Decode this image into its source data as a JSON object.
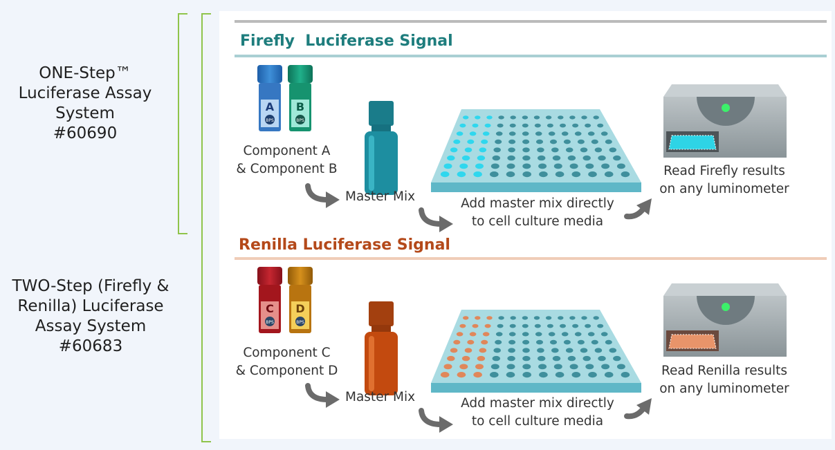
{
  "left_labels": {
    "one_step": [
      "ONE-Step™",
      "Luciferase Assay",
      "System",
      "#60690"
    ],
    "two_step": [
      "TWO-Step (Firefly &",
      "Renilla) Luciferase",
      "Assay System",
      "#60683"
    ]
  },
  "firefly": {
    "title": "Firefly  Luciferase Signal",
    "tube_letters": [
      "A",
      "B"
    ],
    "tube_logo": "BPS",
    "components": [
      "Component A",
      "& Component B"
    ],
    "master_mix": "Master Mix",
    "add_step": [
      "Add master mix directly",
      "to cell culture media"
    ],
    "read_step": [
      "Read Firefly results",
      "on any luminometer"
    ]
  },
  "renilla": {
    "title": "Renilla Luciferase Signal",
    "tube_letters": [
      "C",
      "D"
    ],
    "tube_logo": "BPS",
    "components": [
      "Component C",
      "& Component D"
    ],
    "master_mix": "Master Mix",
    "add_step": [
      "Add master mix directly",
      "to cell culture media"
    ],
    "read_step": [
      "Read Renilla results",
      "on any luminometer"
    ]
  },
  "colors": {
    "bracket": "#8fc44a",
    "firefly_title": "#1e7d7d",
    "renilla_title": "#b4491a",
    "firefly_well": "#2fd7ee",
    "renilla_well": "#e0875a",
    "tube_a": "#2a6bb8",
    "tube_b": "#12896a",
    "tube_c": "#a3161d",
    "tube_d": "#b87410",
    "master_mix_firefly": "#1d8ea0",
    "master_mix_renilla": "#c34a0f"
  },
  "icons": [
    "arrow-icon",
    "well-plate-icon",
    "luminometer-icon",
    "reagent-tube-icon",
    "master-mix-bottle-icon"
  ]
}
